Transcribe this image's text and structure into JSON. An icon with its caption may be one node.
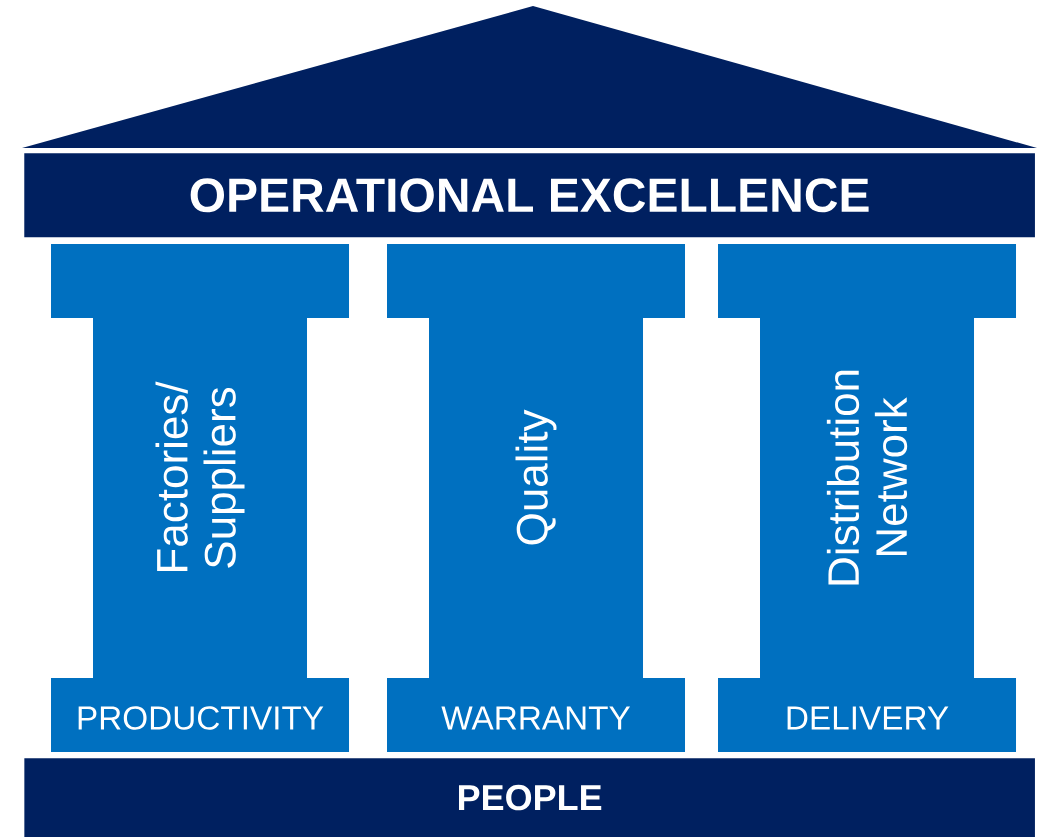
{
  "diagram": {
    "nodes": [
      {
        "text": [],
        "shape": "triangle"
      },
      {
        "text": [
          "OPERATIONAL EXCELLENCE"
        ]
      },
      {
        "text": [
          "Factories/ Suppliers",
          "PRODUCTIVITY"
        ]
      },
      {
        "text": [
          "Quality",
          "WARRANTY"
        ]
      },
      {
        "text": [
          "Distribution Network",
          "DELIVERY"
        ]
      },
      {
        "text": [
          "PEOPLE"
        ]
      }
    ]
  }
}
